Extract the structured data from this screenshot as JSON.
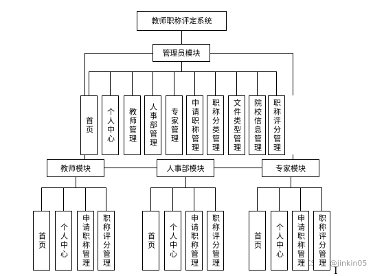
{
  "diagram": {
    "root": "教师职称评定系统",
    "admin": {
      "title": "管理员模块",
      "children": [
        "首页",
        "个人中心",
        "教师管理",
        "人事部管理",
        "专家管理",
        "申请职称管理",
        "职称分类管理",
        "文件类型管理",
        "院校信息管理",
        "职称评分管理"
      ]
    },
    "teacher": {
      "title": "教师模块",
      "children": [
        "首页",
        "个人中心",
        "申请职称管理",
        "职称评分管理"
      ]
    },
    "hr": {
      "title": "人事部模块",
      "children": [
        "首页",
        "个人中心",
        "申请职称管理",
        "职称评分管理"
      ]
    },
    "expert": {
      "title": "专家模块",
      "children": [
        "首页",
        "个人中心",
        "申请职称管理",
        "职称评分管理"
      ]
    }
  },
  "watermark": "CSDN @jinkin05",
  "cursor_glyph": "I"
}
